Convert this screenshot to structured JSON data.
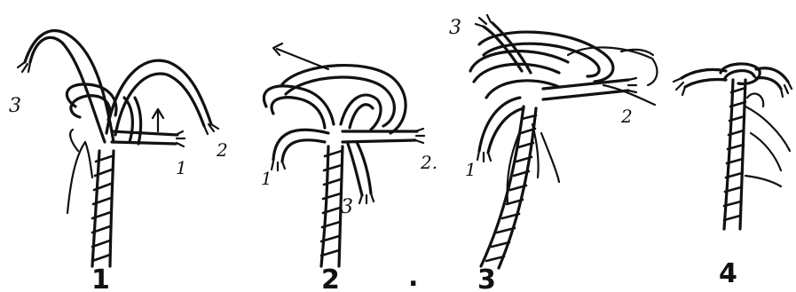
{
  "figures": [
    {
      "caption": "1",
      "strand_labels": [
        "3",
        "2",
        "1"
      ]
    },
    {
      "caption": "2",
      "strand_labels": [
        "1",
        "2.",
        "3"
      ]
    },
    {
      "caption": "3",
      "strand_labels": [
        "3",
        "2",
        "1"
      ]
    },
    {
      "caption": "4",
      "strand_labels": []
    }
  ],
  "stray_mark": "."
}
